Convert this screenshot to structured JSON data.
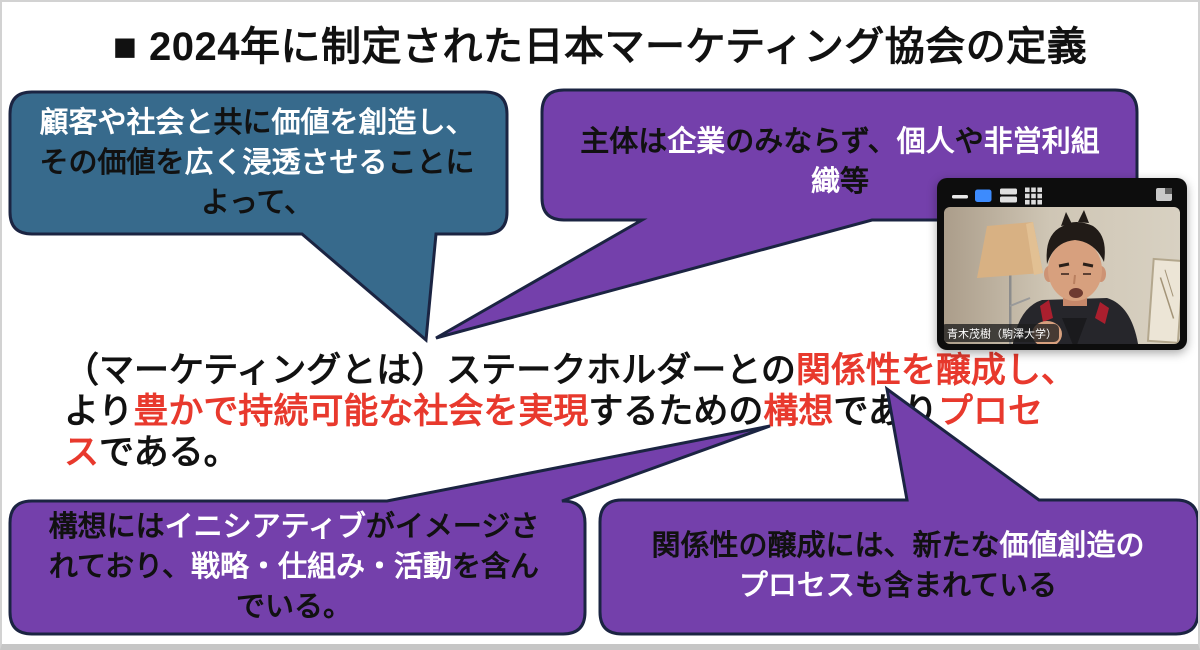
{
  "slide": {
    "title": "■ 2024年に制定された日本マーケティング協会の定義",
    "colors": {
      "teal": "#376a8c",
      "purple": "#7440ab",
      "outline": "#1b2442",
      "red": "#e8392d",
      "black": "#111111",
      "white": "#ffffff",
      "zoom_blue": "#3d8bfd"
    },
    "definition": {
      "lines": [
        [
          {
            "t": "（マーケティングとは）ステークホルダーとの",
            "c": "k"
          },
          {
            "t": "関係性を醸成し、",
            "c": "r"
          }
        ],
        [
          {
            "t": "より",
            "c": "k"
          },
          {
            "t": "豊かで持続可能な社会を実現",
            "c": "r"
          },
          {
            "t": "するための",
            "c": "k"
          },
          {
            "t": "構想",
            "c": "r"
          },
          {
            "t": "であり",
            "c": "k"
          },
          {
            "t": "プロセ",
            "c": "r"
          }
        ],
        [
          {
            "t": "ス",
            "c": "r"
          },
          {
            "t": "である。",
            "c": "k"
          }
        ]
      ]
    },
    "bubbles": {
      "top_left": {
        "lines": [
          [
            {
              "t": "顧客や社会と",
              "c": "w"
            },
            {
              "t": "共に",
              "c": "k"
            },
            {
              "t": "価値を創造し、",
              "c": "w"
            }
          ],
          [
            {
              "t": "その価値を",
              "c": "k"
            },
            {
              "t": "広く浸透させる",
              "c": "w"
            },
            {
              "t": "ことに",
              "c": "k"
            }
          ],
          [
            {
              "t": "よって、",
              "c": "k"
            }
          ]
        ]
      },
      "top_right": {
        "lines": [
          [
            {
              "t": "主体は",
              "c": "k"
            },
            {
              "t": "企業",
              "c": "w"
            },
            {
              "t": "のみならず、",
              "c": "k"
            },
            {
              "t": "個人",
              "c": "w"
            },
            {
              "t": "や",
              "c": "k"
            },
            {
              "t": "非営利組",
              "c": "w"
            }
          ],
          [
            {
              "t": "織",
              "c": "w"
            },
            {
              "t": "等",
              "c": "k"
            }
          ]
        ]
      },
      "bottom_left": {
        "lines": [
          [
            {
              "t": "構想には",
              "c": "k"
            },
            {
              "t": "イニシアティブ",
              "c": "w"
            },
            {
              "t": "がイメージさ",
              "c": "k"
            }
          ],
          [
            {
              "t": "れており、",
              "c": "k"
            },
            {
              "t": "戦略・仕組み・活動",
              "c": "w"
            },
            {
              "t": "を含ん",
              "c": "k"
            }
          ],
          [
            {
              "t": "でいる。",
              "c": "k"
            }
          ]
        ]
      },
      "bottom_right": {
        "lines": [
          [
            {
              "t": "関係性の醸成には、新たな",
              "c": "k"
            },
            {
              "t": "価値創造の",
              "c": "w"
            }
          ],
          [
            {
              "t": "プロセス",
              "c": "w"
            },
            {
              "t": "も含まれている",
              "c": "k"
            }
          ]
        ]
      }
    }
  },
  "webcam": {
    "name_tag": "青木茂樹（駒澤大学）",
    "toolbar_icons": [
      "minimize",
      "speaker-view",
      "gallery-view",
      "grid-view",
      "layout"
    ]
  }
}
